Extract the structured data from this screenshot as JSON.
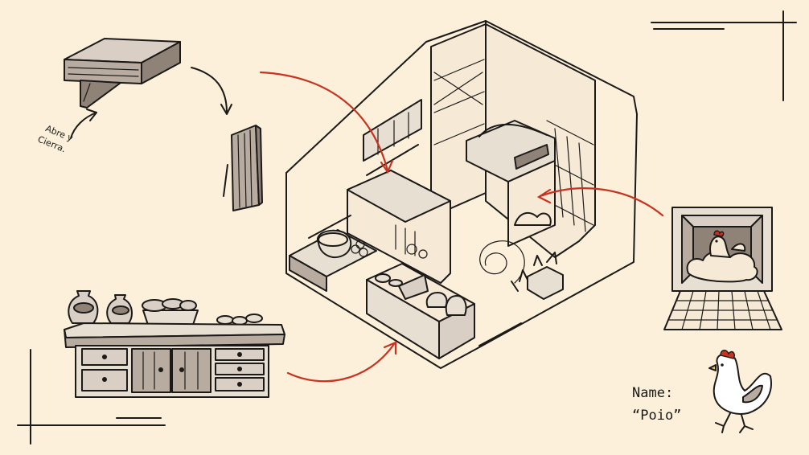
{
  "annotations": {
    "note_line1": "Abre y",
    "note_line2": "Cierra."
  },
  "character": {
    "name_label": "Name:",
    "name_value": "“Poio”"
  },
  "colors": {
    "background": "#fcf0db",
    "ink": "#1c1a18",
    "accent_red": "#c8321e",
    "wood_shade": "#b8aca0",
    "wood_dark": "#8f8378"
  }
}
